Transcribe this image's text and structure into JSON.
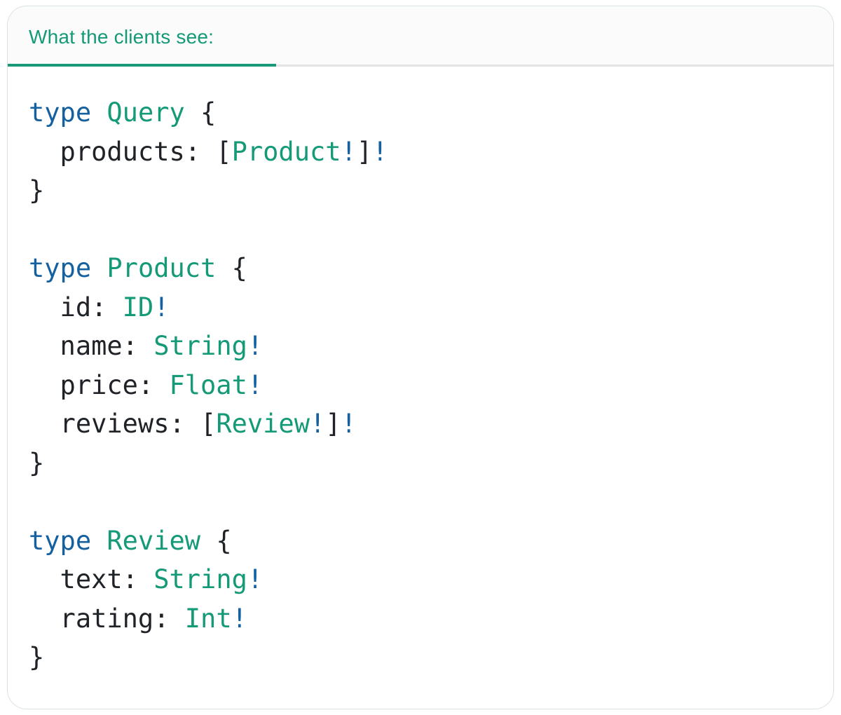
{
  "card": {
    "header": {
      "tab_label": "What the clients see:"
    },
    "code": {
      "language": "graphql",
      "lines": [
        {
          "tokens": [
            {
              "c": "k",
              "t": "type"
            },
            {
              "c": "p",
              "t": " "
            },
            {
              "c": "t",
              "t": "Query"
            },
            {
              "c": "p",
              "t": " {"
            }
          ]
        },
        {
          "tokens": [
            {
              "c": "p",
              "t": "  products: ["
            },
            {
              "c": "t",
              "t": "Product"
            },
            {
              "c": "k",
              "t": "!"
            },
            {
              "c": "p",
              "t": "]"
            },
            {
              "c": "k",
              "t": "!"
            }
          ]
        },
        {
          "tokens": [
            {
              "c": "p",
              "t": "}"
            }
          ]
        },
        {
          "tokens": []
        },
        {
          "tokens": [
            {
              "c": "k",
              "t": "type"
            },
            {
              "c": "p",
              "t": " "
            },
            {
              "c": "t",
              "t": "Product"
            },
            {
              "c": "p",
              "t": " {"
            }
          ]
        },
        {
          "tokens": [
            {
              "c": "p",
              "t": "  id: "
            },
            {
              "c": "t",
              "t": "ID"
            },
            {
              "c": "k",
              "t": "!"
            }
          ]
        },
        {
          "tokens": [
            {
              "c": "p",
              "t": "  name: "
            },
            {
              "c": "t",
              "t": "String"
            },
            {
              "c": "k",
              "t": "!"
            }
          ]
        },
        {
          "tokens": [
            {
              "c": "p",
              "t": "  price: "
            },
            {
              "c": "t",
              "t": "Float"
            },
            {
              "c": "k",
              "t": "!"
            }
          ]
        },
        {
          "tokens": [
            {
              "c": "p",
              "t": "  reviews: ["
            },
            {
              "c": "t",
              "t": "Review"
            },
            {
              "c": "k",
              "t": "!"
            },
            {
              "c": "p",
              "t": "]"
            },
            {
              "c": "k",
              "t": "!"
            }
          ]
        },
        {
          "tokens": [
            {
              "c": "p",
              "t": "}"
            }
          ]
        },
        {
          "tokens": []
        },
        {
          "tokens": [
            {
              "c": "k",
              "t": "type"
            },
            {
              "c": "p",
              "t": " "
            },
            {
              "c": "t",
              "t": "Review"
            },
            {
              "c": "p",
              "t": " {"
            }
          ]
        },
        {
          "tokens": [
            {
              "c": "p",
              "t": "  text: "
            },
            {
              "c": "t",
              "t": "String"
            },
            {
              "c": "k",
              "t": "!"
            }
          ]
        },
        {
          "tokens": [
            {
              "c": "p",
              "t": "  rating: "
            },
            {
              "c": "t",
              "t": "Int"
            },
            {
              "c": "k",
              "t": "!"
            }
          ]
        },
        {
          "tokens": [
            {
              "c": "p",
              "t": "}"
            }
          ]
        }
      ]
    }
  },
  "colors": {
    "keyword_blue": "#15609e",
    "typename_teal": "#149a77",
    "plain_dark": "#1f2226",
    "tab_underline_teal": "#17997a",
    "divider_gray": "#e4e4e4",
    "card_border": "#d9e3dc",
    "header_background": "#fbfbfb"
  }
}
